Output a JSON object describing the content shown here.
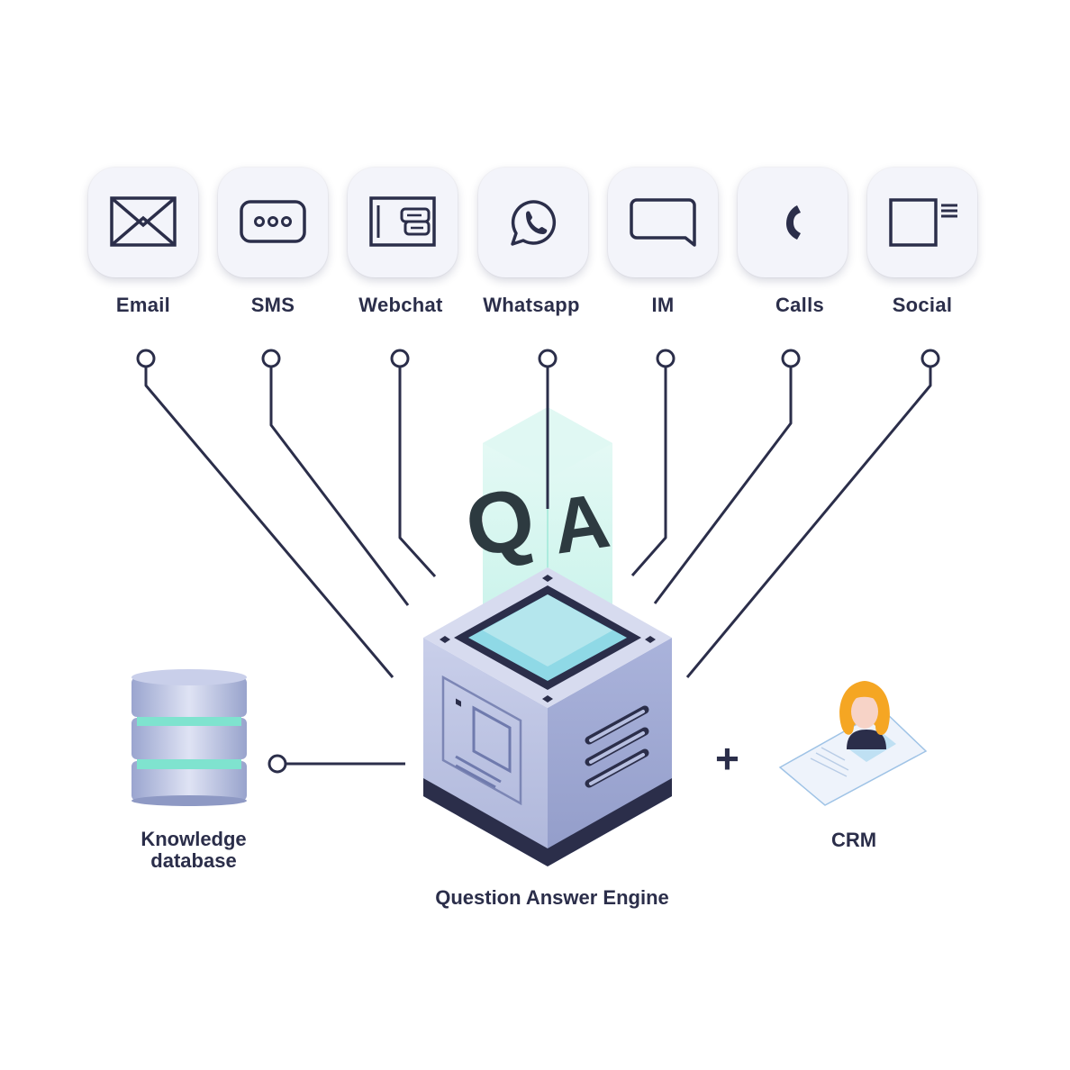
{
  "channels": [
    {
      "label": "Email",
      "icon": "envelope-icon"
    },
    {
      "label": "SMS",
      "icon": "sms-bubble-icon"
    },
    {
      "label": "Webchat",
      "icon": "webchat-window-icon"
    },
    {
      "label": "Whatsapp",
      "icon": "whatsapp-icon"
    },
    {
      "label": "IM",
      "icon": "chat-bubble-icon"
    },
    {
      "label": "Calls",
      "icon": "phone-icon"
    },
    {
      "label": "Social",
      "icon": "social-post-icon"
    }
  ],
  "engine": {
    "label": "Question Answer Engine",
    "q_letter": "Q",
    "a_letter": "A"
  },
  "knowledge": {
    "line1": "Knowledge",
    "line2": "database",
    "icon": "database-icon"
  },
  "crm": {
    "label": "CRM",
    "plus": "+",
    "icon": "contact-card-icon"
  },
  "colors": {
    "ink": "#2b2e4a",
    "tile_bg": "#f3f4fa",
    "cube_side": "#b7bfe0",
    "teal": "#7fe3cf"
  }
}
